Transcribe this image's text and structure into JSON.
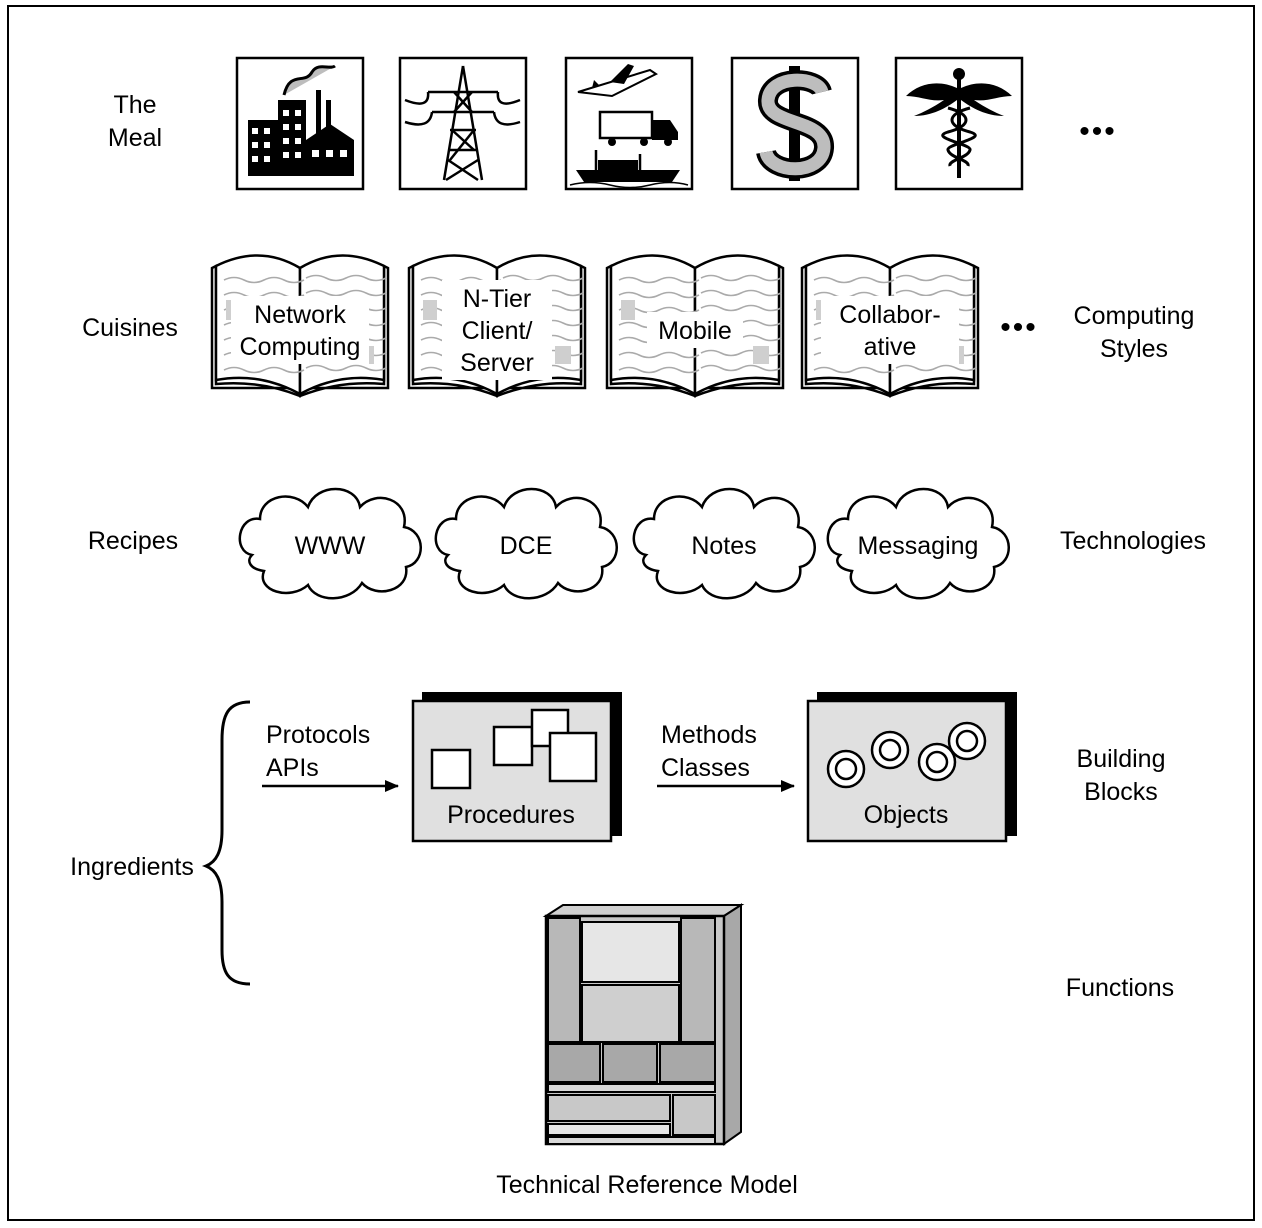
{
  "rows": {
    "meal": {
      "left_label": [
        "The",
        "Meal"
      ],
      "icons": [
        "factory-icon",
        "power-tower-icon",
        "transportation-icon",
        "dollar-sign-icon",
        "caduceus-icon"
      ],
      "ellipsis": "•••"
    },
    "cuisines": {
      "left_label": "Cuisines",
      "books": [
        {
          "lines": [
            "Network",
            "Computing"
          ]
        },
        {
          "lines": [
            "N-Tier",
            "Client/",
            "Server"
          ]
        },
        {
          "lines": [
            "Mobile"
          ]
        },
        {
          "lines": [
            "Collabor-",
            "ative"
          ]
        }
      ],
      "ellipsis": "•••",
      "right_label": [
        "Computing",
        "Styles"
      ]
    },
    "recipes": {
      "left_label": "Recipes",
      "clouds": [
        "WWW",
        "DCE",
        "Notes",
        "Messaging"
      ],
      "right_label": "Technologies"
    },
    "ingredients": {
      "left_label": "Ingredients",
      "arrow1_label": [
        "Protocols",
        "APIs"
      ],
      "procedures_label": "Procedures",
      "arrow2_label": [
        "Methods",
        "Classes"
      ],
      "objects_label": "Objects",
      "right_label_1": [
        "Building",
        "Blocks"
      ],
      "right_label_2": "Functions",
      "trm_caption": "Technical Reference Model"
    }
  },
  "colors": {
    "line": "#000000",
    "panel_fill": "#e0e0e0",
    "trm_light": "#e6e6e6",
    "trm_mid": "#c8c8c8",
    "trm_dark": "#a8a8a8"
  }
}
